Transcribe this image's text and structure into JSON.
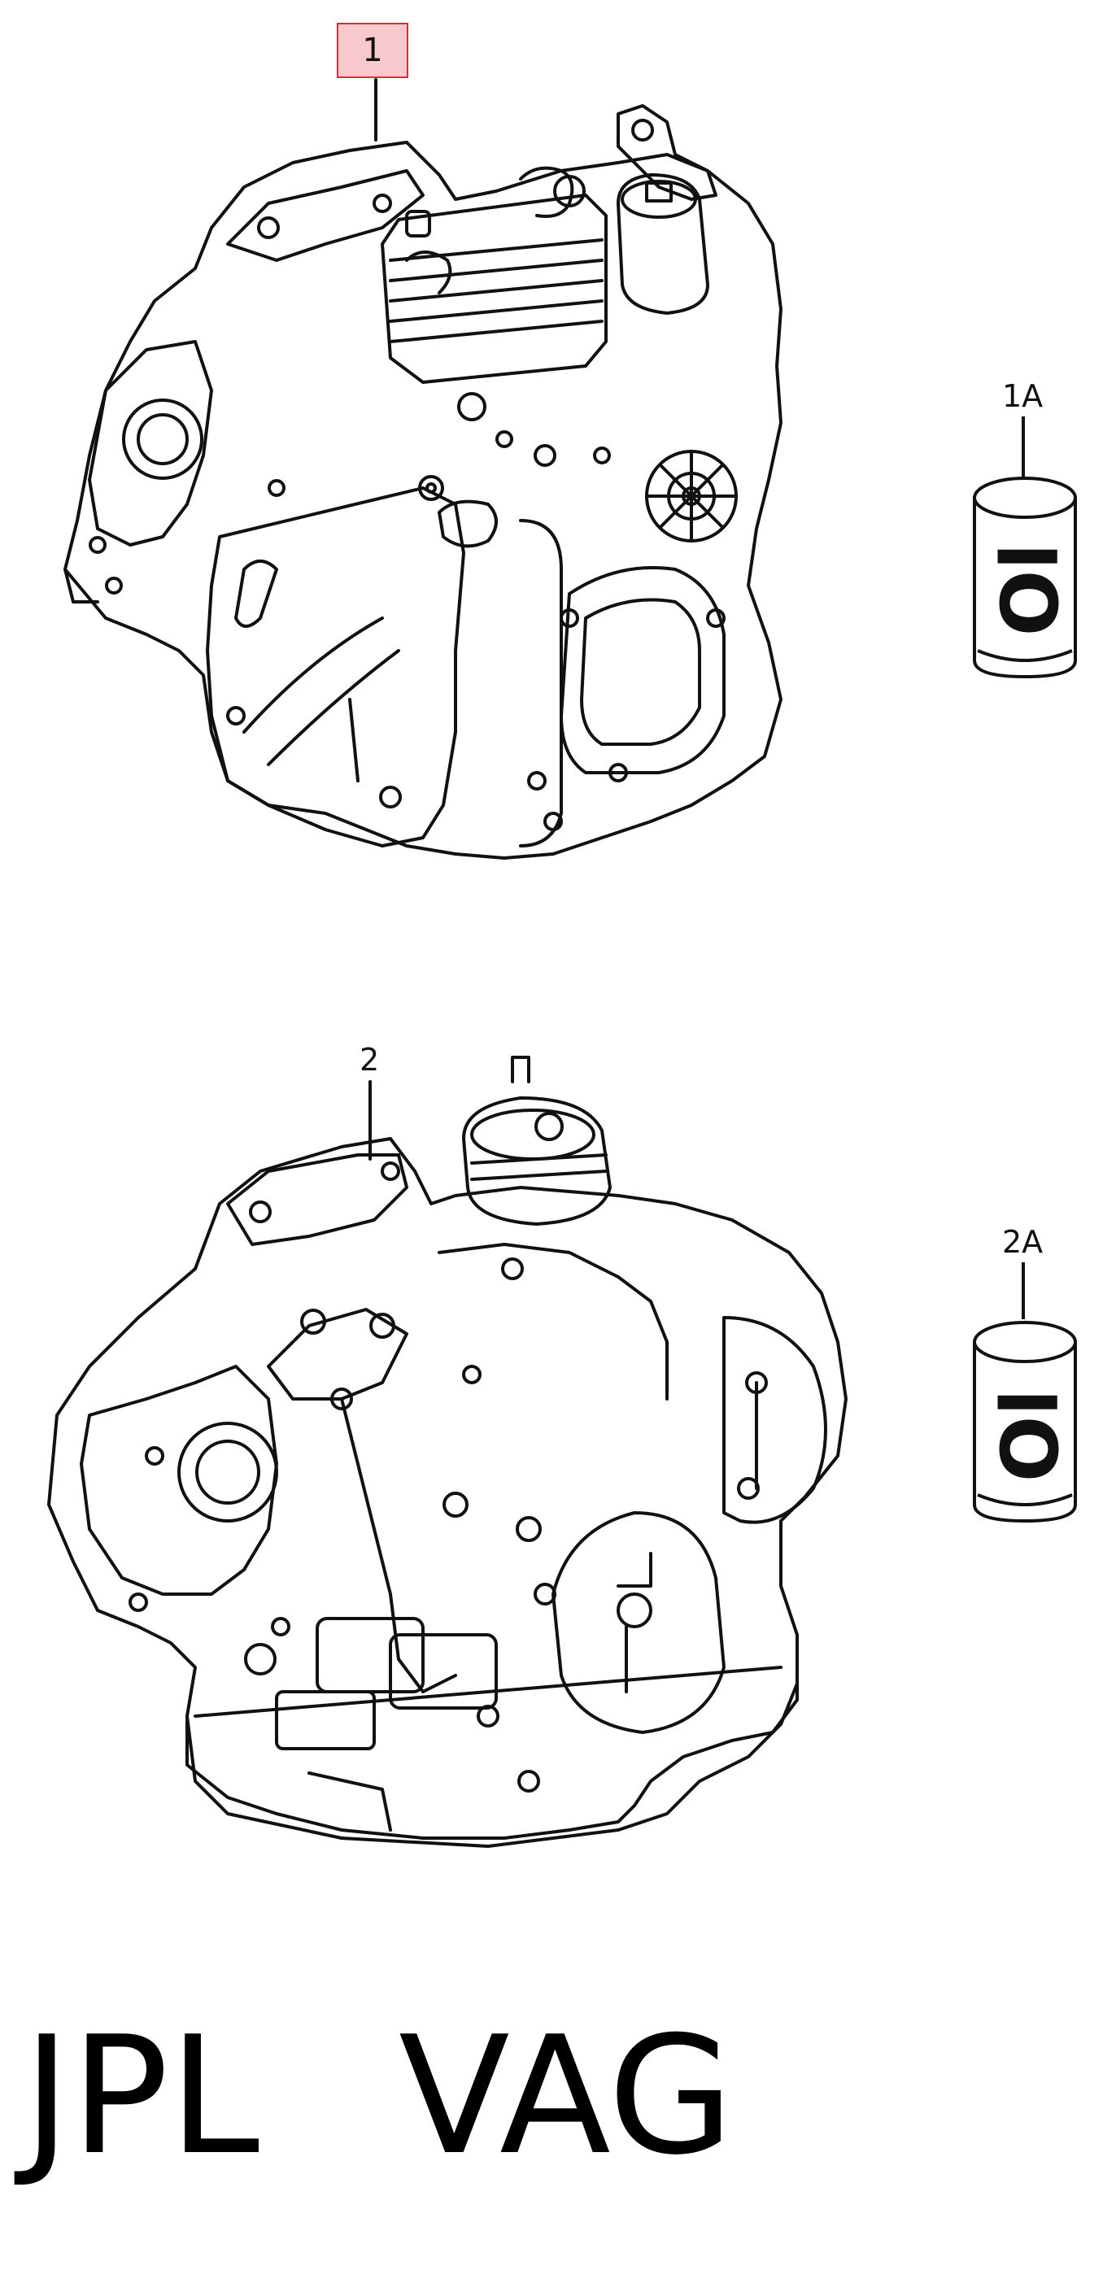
{
  "callouts": {
    "part_1": "1",
    "part_1a": "1A",
    "part_2": "2",
    "part_2a": "2A"
  },
  "oil_can": {
    "label": "Ol",
    "icon": "oil-can-icon"
  },
  "footer": {
    "left": "JPL",
    "right": "VAG"
  },
  "colors": {
    "callout_fill": "#f7c9cc",
    "callout_border": "#d0303a",
    "line": "#111111"
  }
}
